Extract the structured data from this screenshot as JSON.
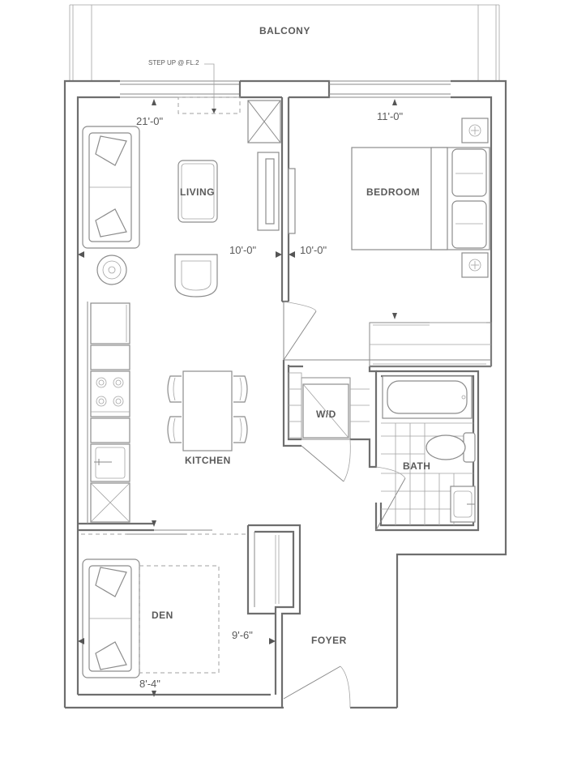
{
  "rooms": {
    "balcony": "BALCONY",
    "living": "LIVING",
    "bedroom": "BEDROOM",
    "kitchen": "KITCHEN",
    "wd": "W/D",
    "bath": "BATH",
    "den": "DEN",
    "foyer": "FOYER"
  },
  "notes": {
    "step_up": "STEP UP @ FL.2"
  },
  "dimensions": {
    "living_width": "21'-0\"",
    "living_depth": "10'-0\"",
    "bedroom_width": "11'-0\"",
    "bedroom_depth": "10'-0\"",
    "den_depth": "9'-6\"",
    "den_width": "8'-4\""
  }
}
